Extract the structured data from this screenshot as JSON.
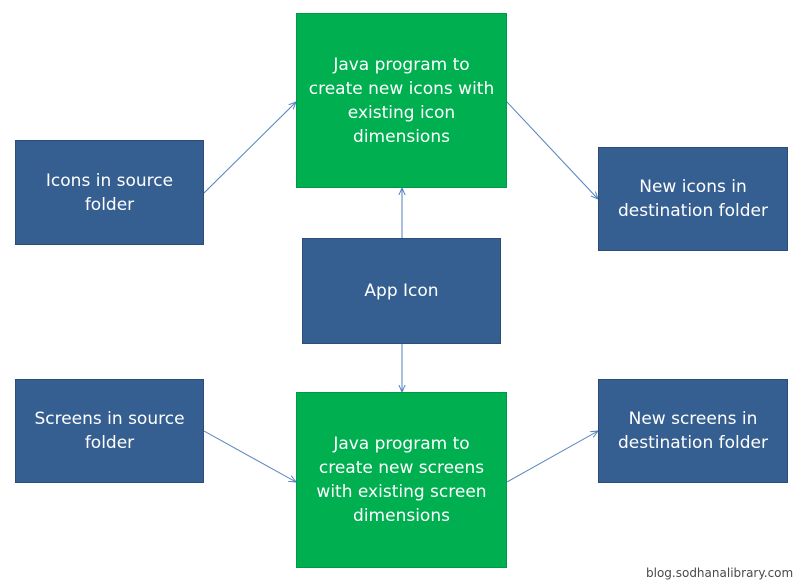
{
  "nodes": {
    "icons_source": "Icons in source\nfolder",
    "java_icons": "Java program to\ncreate new icons with\nexisting icon\ndimensions",
    "new_icons": "New icons in\ndestination folder",
    "app_icon": "App Icon",
    "screens_source": "Screens in source\nfolder",
    "java_screens": "Java program to\ncreate new screens\nwith existing screen\ndimensions",
    "new_screens": "New screens  in\ndestination folder"
  },
  "watermark": "blog.sodhanalibrary.com",
  "colors": {
    "blue_box": "#365f91",
    "green_box": "#00b050",
    "arrow": "#4f81bd"
  }
}
